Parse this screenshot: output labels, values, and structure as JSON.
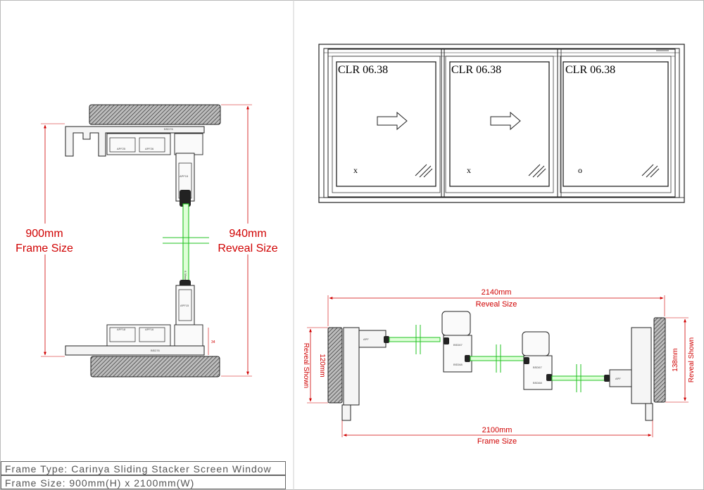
{
  "elevation": {
    "panels": [
      {
        "glass_label": "CLR 06.38",
        "operation": "X"
      },
      {
        "glass_label": "CLR 06.38",
        "operation": "X"
      },
      {
        "glass_label": "CLR 06.38",
        "operation": "O"
      }
    ]
  },
  "vertical_section": {
    "frame_size_value": "900mm",
    "frame_size_caption": "Frame Size",
    "reveal_size_value": "940mm",
    "reveal_size_caption": "Reveal Size",
    "small_dim": "34",
    "profile_codes": [
      "BSD76",
      "APF25",
      "APF26",
      "APF15",
      "APF15",
      "APF18",
      "APF16",
      "BSD76"
    ],
    "glazing_note": "6.38mm"
  },
  "horizontal_section": {
    "reveal_size_value": "2140mm",
    "reveal_size_caption": "Reveal Size",
    "frame_size_value": "2100mm",
    "frame_size_caption": "Frame Size",
    "left_reveal_value": "120mm",
    "left_reveal_caption": "Reveal Shown",
    "right_reveal_value": "138mm",
    "right_reveal_caption": "Reveal Shown",
    "profile_codes": [
      "APF",
      "BSD67",
      "BSD68",
      "BSD67",
      "BSD68",
      "APF"
    ]
  },
  "title_block": {
    "frame_type": "Frame Type: Carinya Sliding Stacker Screen Window",
    "frame_size": "Frame Size: 900mm(H) x 2100mm(W)"
  }
}
